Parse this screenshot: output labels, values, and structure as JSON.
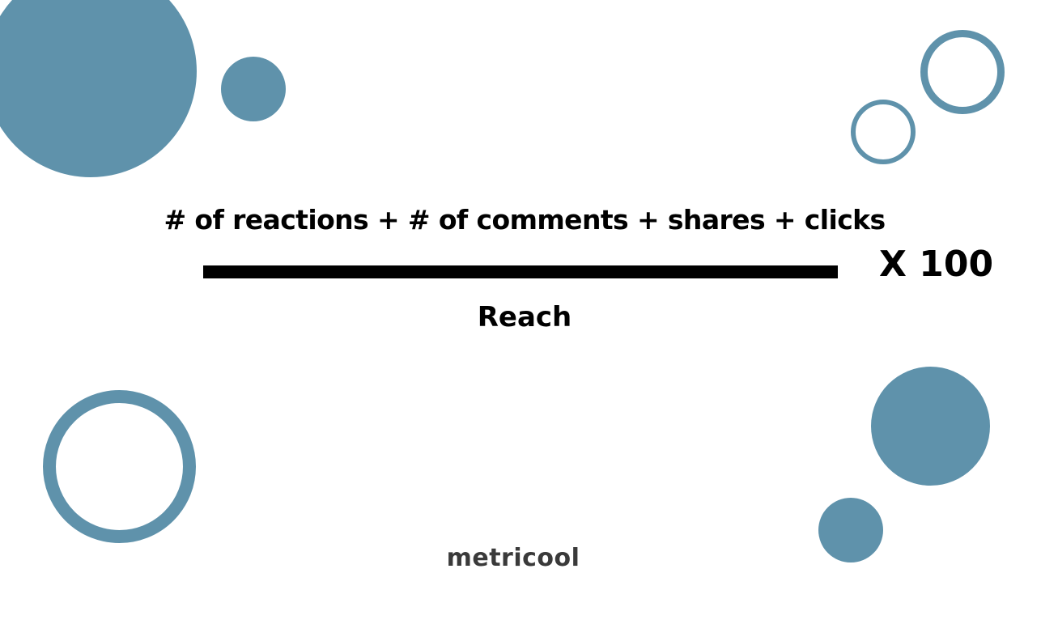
{
  "colors": {
    "accent": "#5f92ab",
    "text": "#000000",
    "brand_text": "#3a3a3a",
    "background": "#ffffff"
  },
  "formula": {
    "numerator": "# of reactions + # of comments + shares + clicks",
    "denominator": "Reach",
    "multiplier": "X 100"
  },
  "brand": {
    "logo_text": "metricool"
  }
}
